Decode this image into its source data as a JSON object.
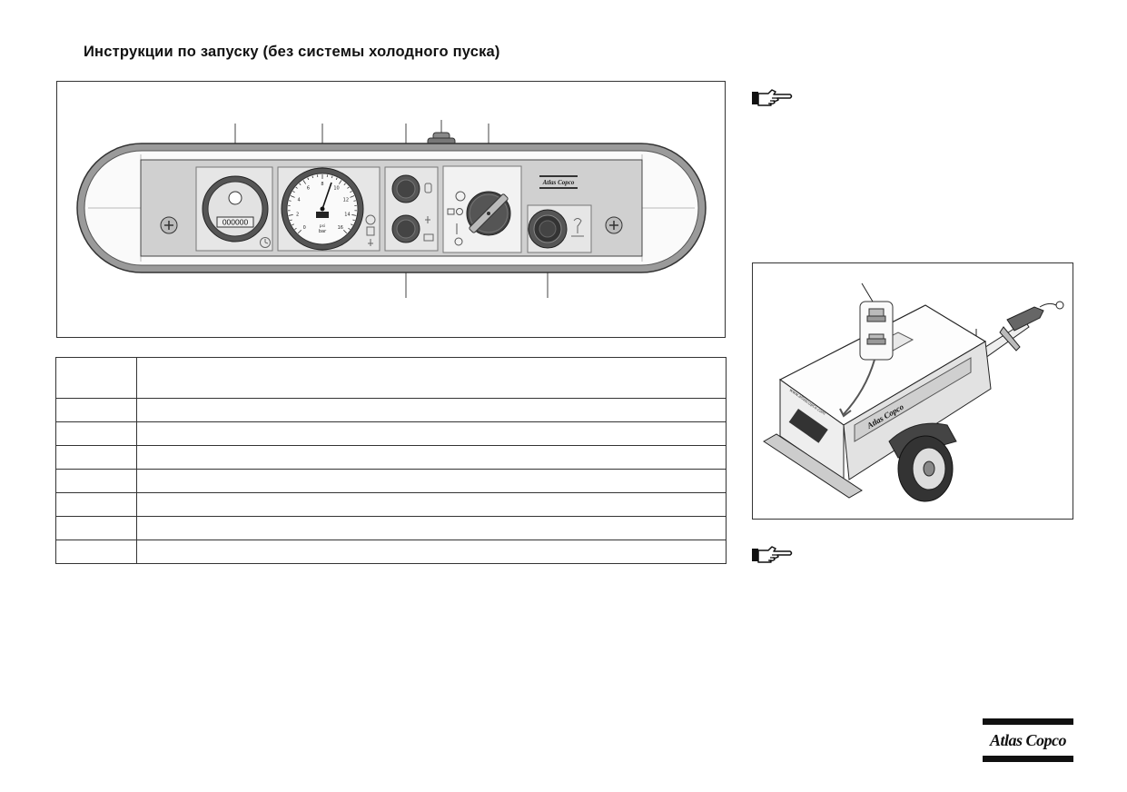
{
  "document": {
    "title": "Инструкции по запуску (без системы холодного пуска)"
  },
  "control_panel": {
    "hour_counter_value": "000000",
    "gauge_unit": "bar",
    "gauge_subunit": "psi",
    "gauge_scale_labels": [
      "0",
      "2",
      "4",
      "6",
      "8",
      "10",
      "12",
      "14",
      "16"
    ],
    "panel_brand": "Atlas Copco"
  },
  "steps_table": {
    "header": {
      "number": "",
      "text": ""
    },
    "rows": [
      {
        "number": "",
        "text": ""
      },
      {
        "number": "",
        "text": ""
      },
      {
        "number": "",
        "text": ""
      },
      {
        "number": "",
        "text": ""
      },
      {
        "number": "",
        "text": ""
      },
      {
        "number": "",
        "text": ""
      },
      {
        "number": "",
        "text": ""
      }
    ]
  },
  "side_notes": {
    "icon": "pointing-hand-icon"
  },
  "compressor_illustration": {
    "decal_brand": "Atlas Copco",
    "decal_url": "www.atlascopco.com"
  },
  "footer": {
    "brand_logo_text": "Atlas Copco"
  }
}
